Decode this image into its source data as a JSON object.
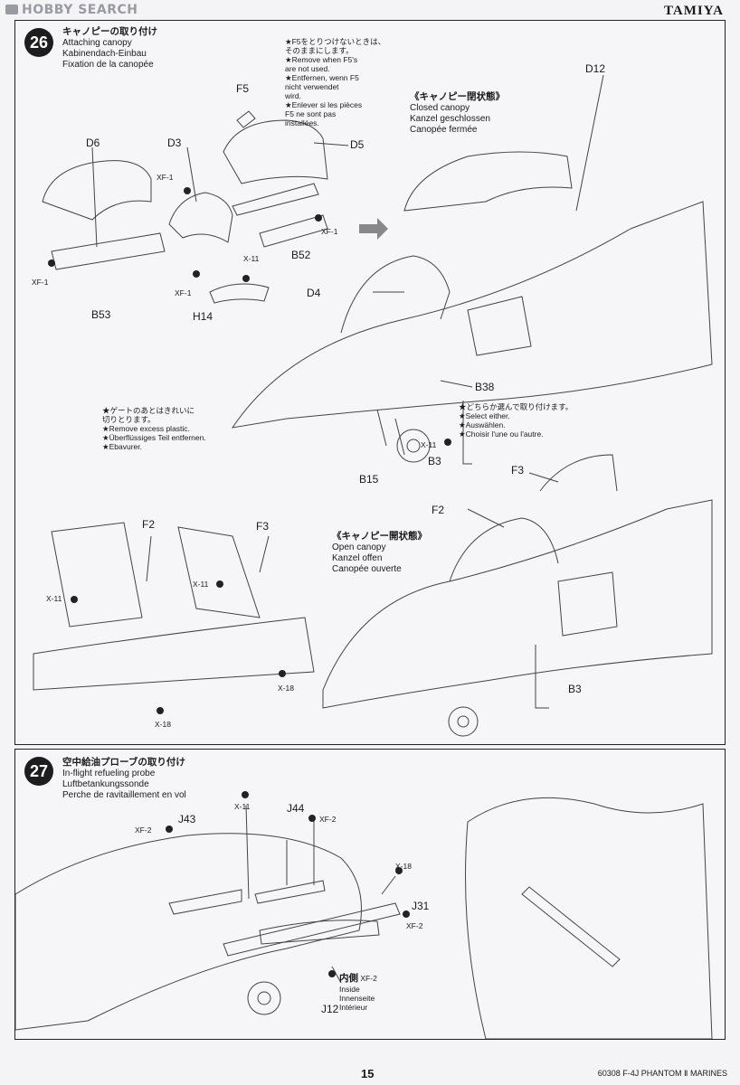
{
  "header": {
    "watermark": "HOBBY SEARCH",
    "brand": "TAMIYA"
  },
  "step26": {
    "number": "26",
    "title_jp": "キャノピーの取り付け",
    "title_en": "Attaching canopy",
    "title_de": "Kabinendach-Einbau",
    "title_fr": "Fixation de la canopée",
    "note_f5": [
      "★F5をとりつけないときは、",
      "そのままにします。",
      "★Remove when F5's",
      "are not used.",
      "★Entfernen, wenn F5",
      "nicht verwendet",
      "wird.",
      "★Enlever si les pièces",
      "F5 ne sont pas",
      "installées."
    ],
    "gate_note": [
      "★ゲートのあとはきれいに",
      "切りとります。",
      "★Remove excess plastic.",
      "★Überflüssiges Teil entfernen.",
      "★Ebavurer."
    ],
    "either_note": [
      "★どちらか選んで取り付けます。",
      "★Select either.",
      "★Auswählen.",
      "★Choisir l'une ou l'autre."
    ],
    "closed": {
      "jp": "《キャノピー閉状態》",
      "en": "Closed canopy",
      "de": "Kanzel geschlossen",
      "fr": "Canopée fermée"
    },
    "open": {
      "jp": "《キャノピー開状態》",
      "en": "Open canopy",
      "de": "Kanzel offen",
      "fr": "Canopée ouverte"
    },
    "parts": {
      "d6": "D6",
      "d3": "D3",
      "d5": "D5",
      "d4": "D4",
      "d12": "D12",
      "f5": "F5",
      "b52": "B52",
      "b53": "B53",
      "h14": "H14",
      "b38": "B38",
      "b15": "B15",
      "b3a": "B3",
      "b3b": "B3",
      "f2a": "F2",
      "f3a": "F3",
      "f2b": "F2",
      "f3b": "F3"
    },
    "screws": {
      "xf1a": "XF-1",
      "xf1b": "XF-1",
      "xf1c": "XF-1",
      "xf1d": "XF-1",
      "x11a": "X-11",
      "x11b": "X-11",
      "x11c": "X-11",
      "x11d": "X-11",
      "x18a": "X-18",
      "x18b": "X-18"
    }
  },
  "step27": {
    "number": "27",
    "title_jp": "空中給油プローブの取り付け",
    "title_en": "In-flight refueling probe",
    "title_de": "Luftbetankungssonde",
    "title_fr": "Perche de ravitaillement en vol",
    "parts": {
      "j43": "J43",
      "j44": "J44",
      "j31": "J31",
      "j12": "J12"
    },
    "screws": {
      "xf2a": "XF-2",
      "xf2b": "XF-2",
      "xf2c": "XF-2",
      "x11": "X-11",
      "x18": "X-18"
    },
    "inside": {
      "jp": "内側",
      "paint": "XF-2",
      "en": "Inside",
      "de": "Innenseite",
      "fr": "Intérieur"
    }
  },
  "footer": {
    "page": "15",
    "product": "60308 F-4J PHANTOM Ⅱ MARINES"
  }
}
